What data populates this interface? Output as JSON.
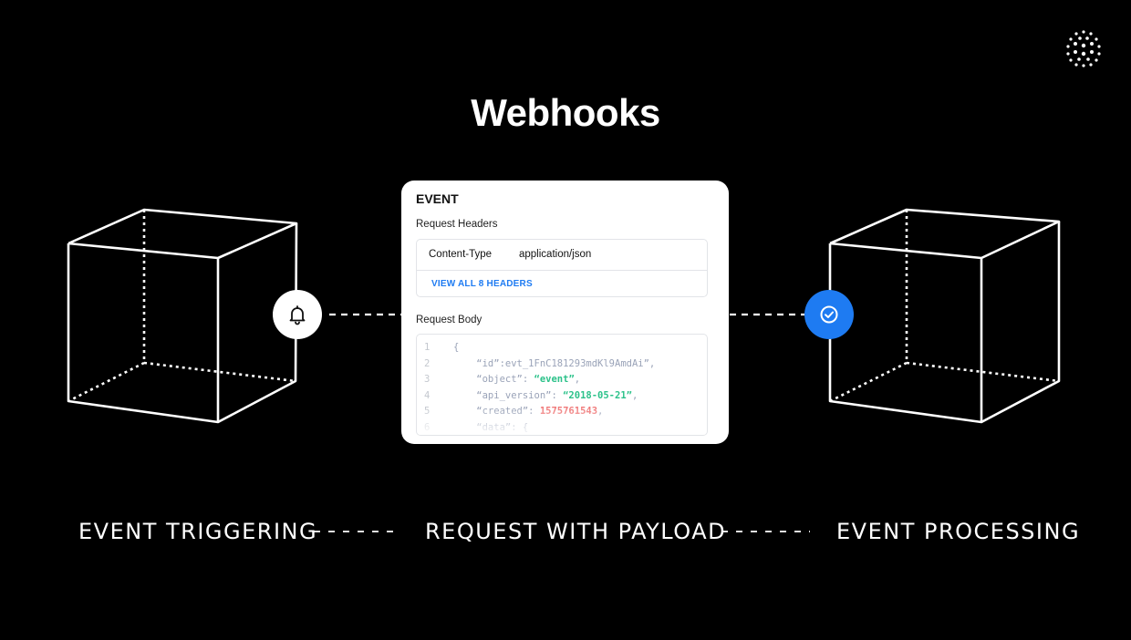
{
  "title": "Webhooks",
  "icons": {
    "logo": "dotted-sphere-logo-icon",
    "left_badge": "bell-icon",
    "right_badge": "check-circle-icon",
    "left_cube": "wireframe-cube-icon",
    "right_cube": "wireframe-cube-icon"
  },
  "colors": {
    "background": "#000000",
    "accent_blue": "#1e7bf2",
    "string_green": "#2cc28a",
    "number_red": "#f07a7a"
  },
  "event_card": {
    "title": "EVENT",
    "request_headers_label": "Request Headers",
    "header_key": "Content-Type",
    "header_value": "application/json",
    "view_all_link": "VIEW ALL 8 HEADERS",
    "request_body_label": "Request Body",
    "code_lines": [
      {
        "num": "1",
        "parts": [
          {
            "t": "{",
            "c": "punct"
          }
        ]
      },
      {
        "num": "2",
        "parts": [
          {
            "t": "    “id”:evt_1FnC181293mdKl9AmdAi”,",
            "c": "key"
          }
        ]
      },
      {
        "num": "3",
        "parts": [
          {
            "t": "    “object”: ",
            "c": "key"
          },
          {
            "t": "“event”",
            "c": "str"
          },
          {
            "t": ",",
            "c": "punct"
          }
        ]
      },
      {
        "num": "4",
        "parts": [
          {
            "t": "    “api_version”: ",
            "c": "key"
          },
          {
            "t": "“2018-05-21”",
            "c": "str"
          },
          {
            "t": ",",
            "c": "punct"
          }
        ]
      },
      {
        "num": "5",
        "parts": [
          {
            "t": "    “created”: ",
            "c": "key"
          },
          {
            "t": "1575761543",
            "c": "num"
          },
          {
            "t": ",",
            "c": "punct"
          }
        ]
      },
      {
        "num": "6",
        "parts": [
          {
            "t": "    “data”: {",
            "c": "key"
          }
        ]
      }
    ]
  },
  "steps": {
    "step1": "EVENT TRIGGERING",
    "step2": "REQUEST WITH PAYLOAD",
    "step3": "EVENT PROCESSING"
  }
}
